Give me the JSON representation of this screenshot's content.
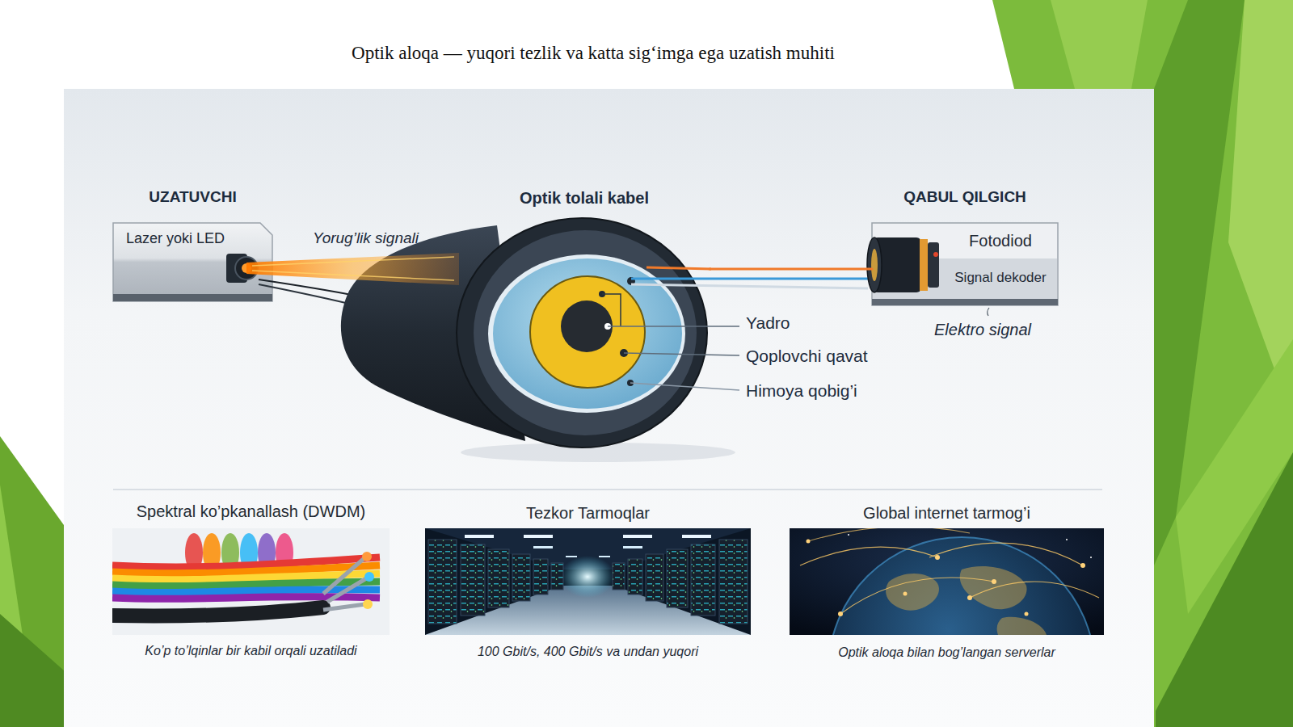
{
  "diagram": {
    "title": "Optik aloqa — yuqori tezlik va katta sig‘imga ega uzatish muhiti",
    "nodes": [
      {
        "text": [
          "UZATUVCHI",
          "Lazer yoki LED"
        ]
      },
      {
        "text": [
          "Optik tolali kabel"
        ]
      },
      {
        "text": [
          "QABUL QILGICH",
          "Fotodiod",
          "Signal dekoder"
        ]
      },
      {
        "text": [
          "Spektral ko’pkanallash (DWDM)",
          "Ko’p to’lqinlar bir kabil orqali uzatiladi"
        ]
      },
      {
        "text": [
          "Tezkor Tarmoqlar",
          "100 Gbit/s, 400 Gbit/s va undan yuqori"
        ]
      },
      {
        "text": [
          "Global internet tarmog’i",
          "Optik aloqa bilan bog’langan serverlar"
        ]
      }
    ],
    "edges": [
      {
        "from": 0,
        "to": 1,
        "label": "Yorug’lik signali",
        "arrow": "none"
      },
      {
        "from": 1,
        "to": 2,
        "arrow": "none"
      }
    ],
    "labels": [
      "Yadro",
      "Qoplovchi qavat",
      "Himoya qobig’i",
      "Elektro signal"
    ]
  }
}
